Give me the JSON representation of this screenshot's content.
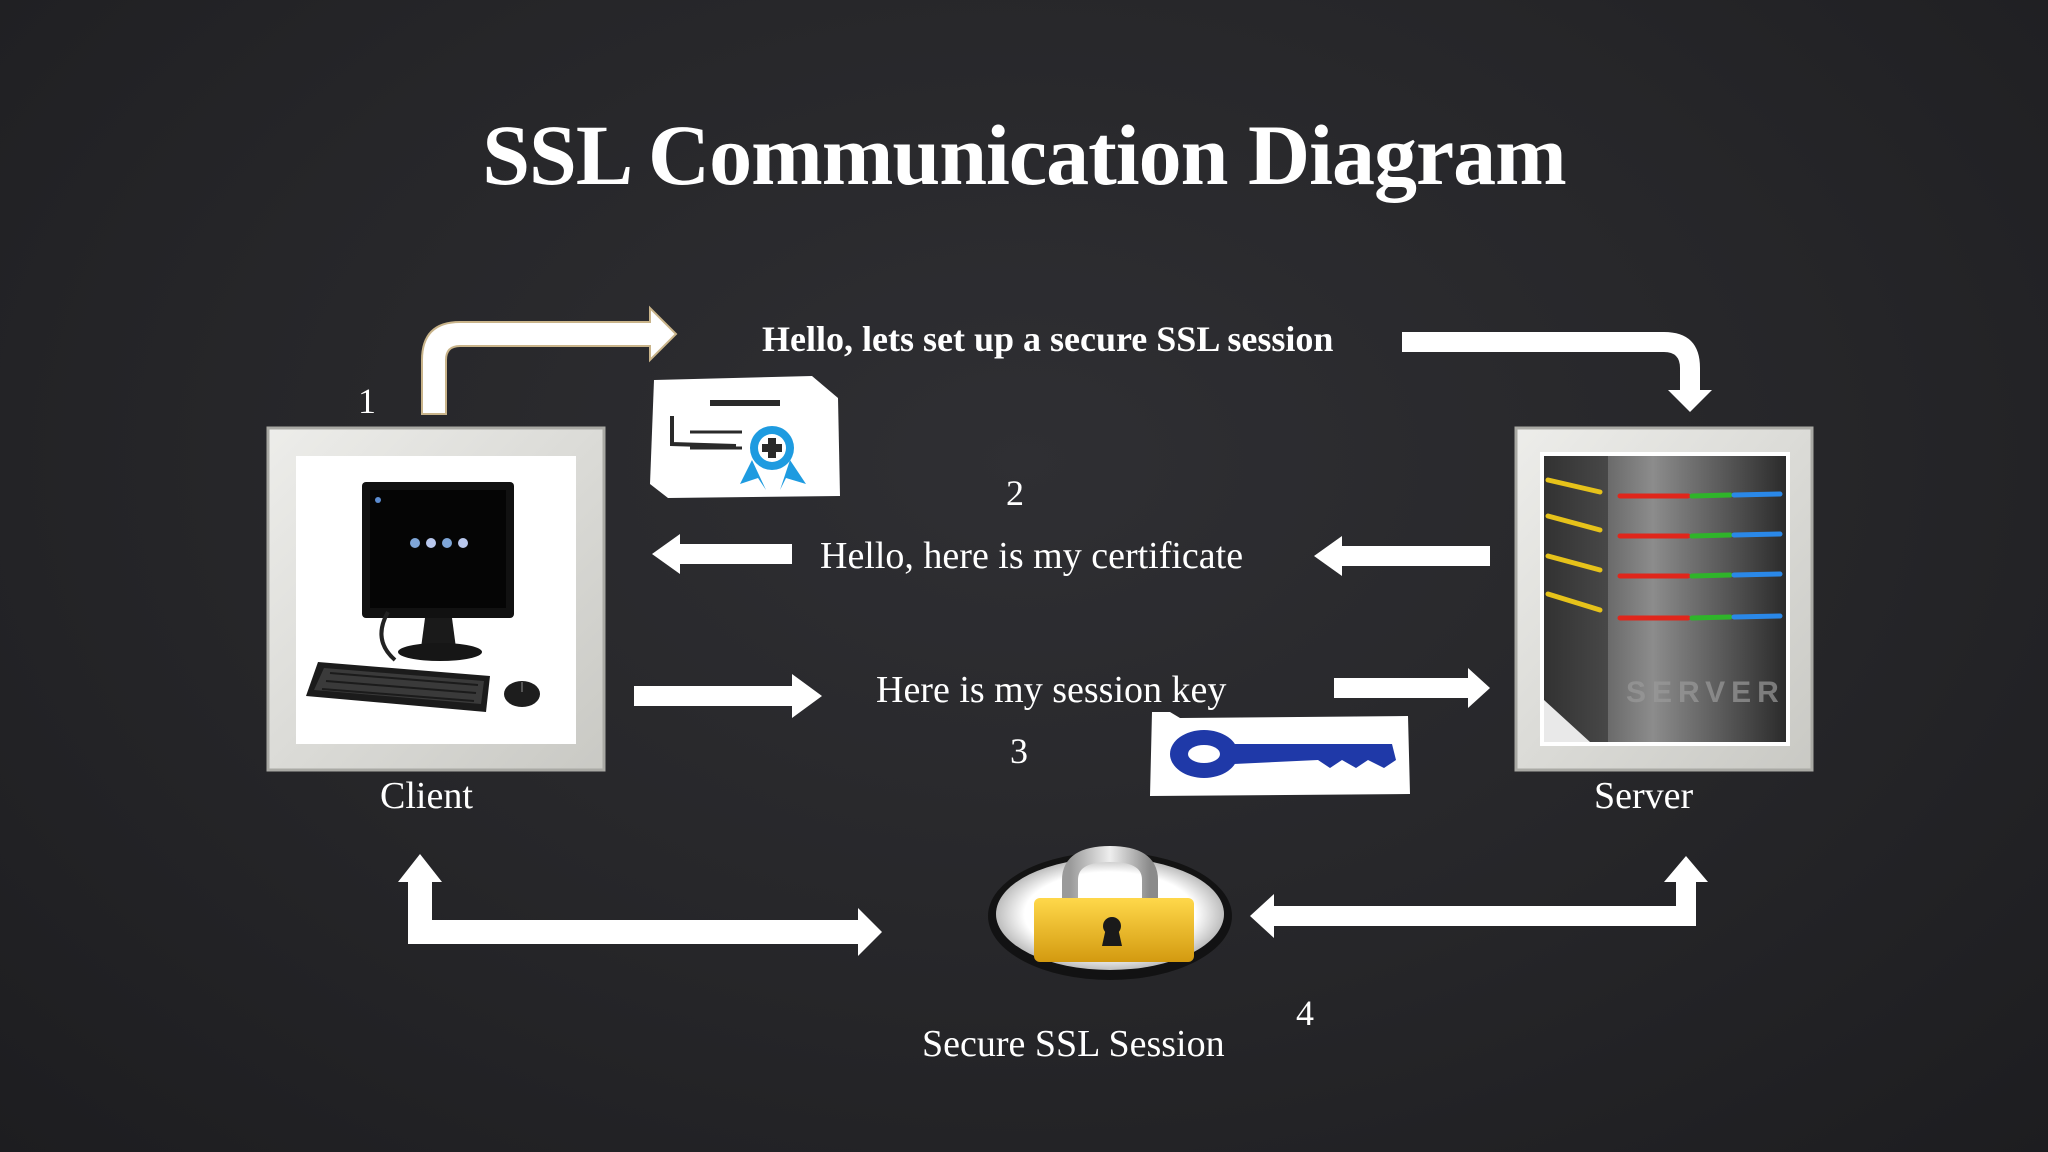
{
  "title": "SSL Communication Diagram",
  "nodes": {
    "client": "Client",
    "server": "Server"
  },
  "steps": [
    {
      "number": "1",
      "message": "Hello, lets set up a secure SSL session"
    },
    {
      "number": "2",
      "message": "Hello, here is my certificate"
    },
    {
      "number": "3",
      "message": "Here is my session key"
    },
    {
      "number": "4",
      "message": "Secure SSL Session"
    }
  ],
  "server_image_text": "SERVER",
  "colors": {
    "background": "#262629",
    "arrow": "#ffffff",
    "key": "#1f39a8",
    "lock": "#e8b21c"
  },
  "icons": [
    "computer-icon",
    "server-icon",
    "certificate-icon",
    "key-icon",
    "padlock-icon"
  ]
}
